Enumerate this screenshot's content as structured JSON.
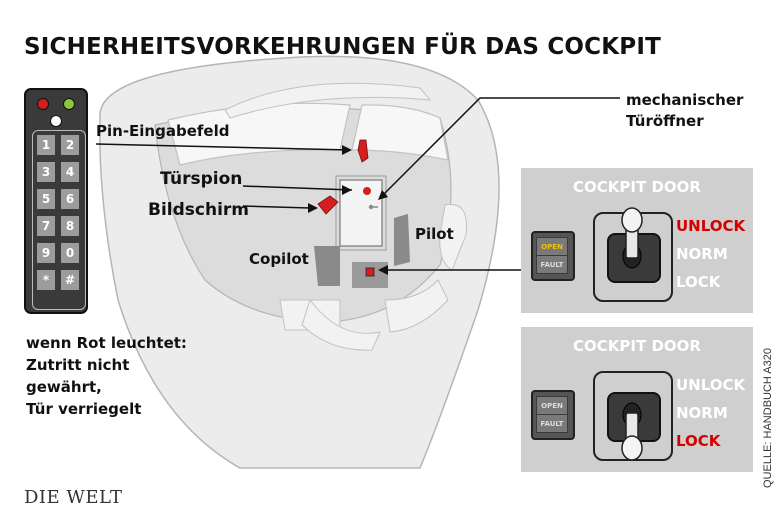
{
  "title": "SICHERHEITSVORKEHRUNGEN FÜR DAS COCKPIT",
  "labels": {
    "pin": "Pin-Eingabefeld",
    "spion": "Türspion",
    "screen": "Bildschirm",
    "copilot": "Copilot",
    "pilot": "Pilot",
    "mech_line1": "mechanischer",
    "mech_line2": "Türöffner"
  },
  "keypad": {
    "keys": [
      "1",
      "2",
      "3",
      "4",
      "5",
      "6",
      "7",
      "8",
      "9",
      "0",
      "*",
      "#"
    ],
    "led_colors": {
      "red": "#d41f1f",
      "green": "#8bc63e",
      "white": "#ffffff"
    }
  },
  "caption": {
    "line1": "wenn Rot leuchtet:",
    "line2": "Zutritt nicht",
    "line3": "gewährt,",
    "line4": "Tür verriegelt"
  },
  "panels": [
    {
      "title": "COCKPIT DOOR",
      "switch_open": "OPEN",
      "switch_fault": "FAULT",
      "open_lit": true,
      "options": [
        "UNLOCK",
        "NORM",
        "LOCK"
      ],
      "active": "UNLOCK"
    },
    {
      "title": "COCKPIT DOOR",
      "switch_open": "OPEN",
      "switch_fault": "FAULT",
      "open_lit": false,
      "options": [
        "UNLOCK",
        "NORM",
        "LOCK"
      ],
      "active": "LOCK"
    }
  ],
  "colors": {
    "active": "#d40000",
    "panel": "#cfcfcf",
    "cockpit": "#e6e6e6"
  },
  "source": "QUELLE: HANDBUCH A320",
  "brand": "DIE WELT"
}
